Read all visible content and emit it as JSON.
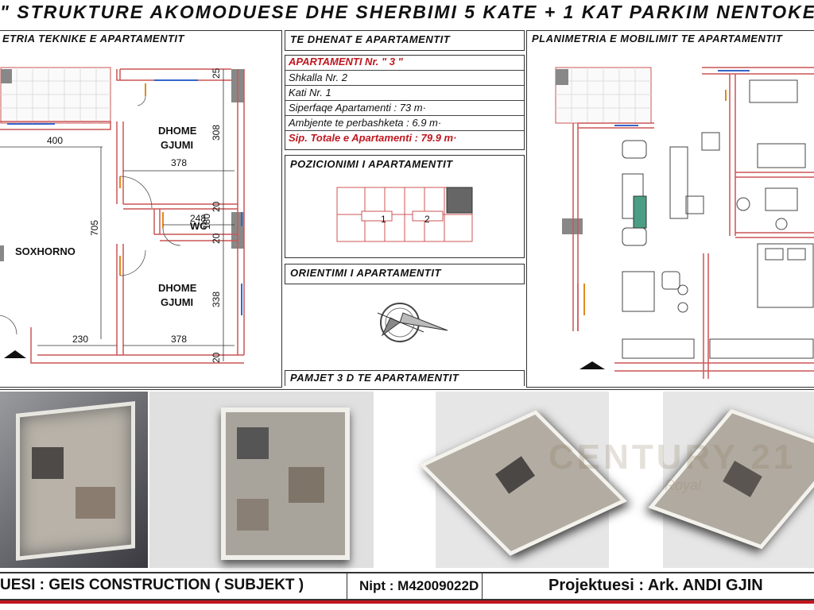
{
  "title": "\" STRUKTURE AKOMODUESE DHE SHERBIMI 5 KATE + 1 KAT PARKIM NENTOKE \"",
  "panels": {
    "left": "ETRIA TEKNIKE E APARTAMENTIT",
    "middle": "TE DHENAT E APARTAMENTIT",
    "right": "PLANIMETRIA E MOBILIMIT TE APARTAMENTIT"
  },
  "info": {
    "apartment": "APARTAMENTI Nr. \" 3 \"",
    "stair": "Shkalla Nr. 2",
    "floor": "Kati Nr. 1",
    "area": "Siperfaqe Apartamenti : 73 m·",
    "common": "Ambjente te perbashketa : 6.9 m·",
    "total": "Sip. Totale e Apartamenti : 79.9 m·"
  },
  "position": {
    "heading": "POZICIONIMI I APARTAMENTIT",
    "labels": [
      "1",
      "2"
    ]
  },
  "orientation": {
    "heading": "ORIENTIMI I APARTAMENTIT"
  },
  "views3d": {
    "heading": "PAMJET 3 D TE APARTAMENTIT"
  },
  "plan": {
    "rooms": {
      "bed1": [
        "DHOME",
        "GJUMI"
      ],
      "bed2": [
        "DHOME",
        "GJUMI"
      ],
      "wc": "WC",
      "living": "SOXHORNO"
    },
    "dims": {
      "d400": "400",
      "d378a": "378",
      "d248": "248",
      "d230": "230",
      "d378b": "378",
      "d705": "705",
      "d308": "308",
      "d338": "338",
      "d25": "25",
      "d20a": "20",
      "d20b": "20",
      "d20c": "20",
      "d180": "180"
    }
  },
  "watermark": {
    "line1": "CENTURY 21",
    "line2": "Royal"
  },
  "footer": {
    "investor": "UESI : GEIS CONSTRUCTION ( SUBJEKT )",
    "nipt": "Nipt : M42009022D",
    "designer": "Projektuesi : Ark. ANDI GJIN"
  },
  "colors": {
    "accent": "#c0171f",
    "wall": "#cc5555",
    "frame": "#333333"
  }
}
